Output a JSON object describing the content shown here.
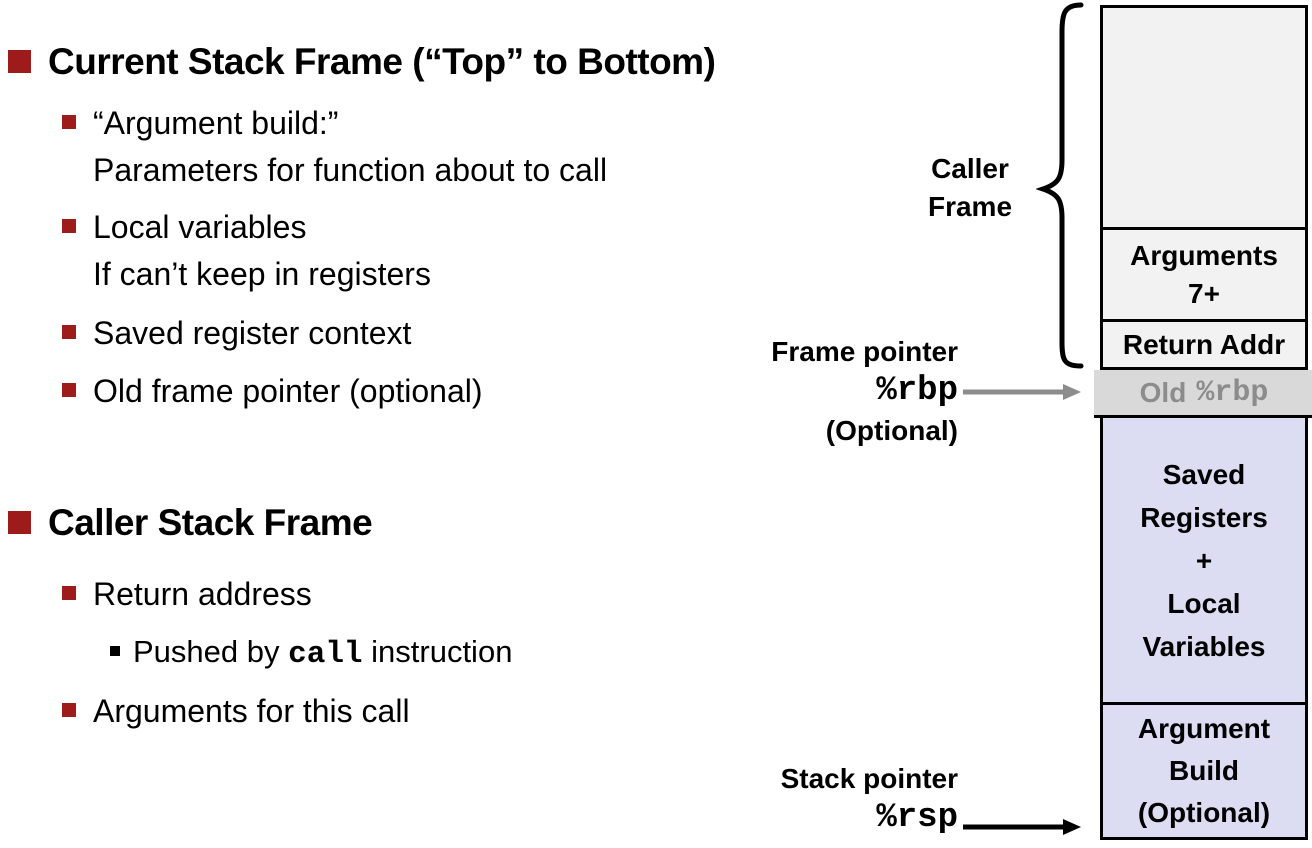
{
  "colors": {
    "accent_red": "#9e1b1b",
    "box_light": "#f2f2f2",
    "box_gray": "#d9d9d9",
    "box_lavender": "#dcdcf2",
    "gray_text": "#8c8c8c",
    "arrow_gray": "#8c8c8c",
    "ink": "#000000"
  },
  "content": {
    "section1": {
      "title": "Current Stack Frame (“Top” to Bottom)",
      "bullets": [
        {
          "lines": [
            "“Argument build:”",
            "Parameters for function about to call"
          ]
        },
        {
          "lines": [
            "Local variables",
            "If can’t keep in registers"
          ]
        },
        {
          "lines": [
            "Saved register context"
          ]
        },
        {
          "lines": [
            "Old frame pointer (optional)"
          ]
        }
      ]
    },
    "section2": {
      "title": "Caller Stack Frame",
      "bullets": [
        {
          "lines": [
            "Return address"
          ]
        },
        {
          "prefix": "Pushed by ",
          "code": "call",
          "suffix": " instruction"
        },
        {
          "lines": [
            "Arguments for this call"
          ]
        }
      ]
    }
  },
  "diagram": {
    "caller_frame_label": {
      "line1": "Caller",
      "line2": "Frame"
    },
    "frame_pointer": {
      "label": "Frame pointer",
      "register": "%rbp",
      "note": "(Optional)"
    },
    "stack_pointer": {
      "label": "Stack pointer",
      "register": "%rsp"
    },
    "stack": {
      "arguments": {
        "line1": "Arguments",
        "line2": "7+"
      },
      "return_addr": "Return Addr",
      "old_rbp": {
        "prefix": "Old",
        "register": "%rbp"
      },
      "saved": {
        "line1": "Saved",
        "line2": "Registers",
        "line3": "+",
        "line4": "Local",
        "line5": "Variables"
      },
      "arg_build": {
        "line1": "Argument",
        "line2": "Build",
        "line3": "(Optional)"
      }
    }
  }
}
